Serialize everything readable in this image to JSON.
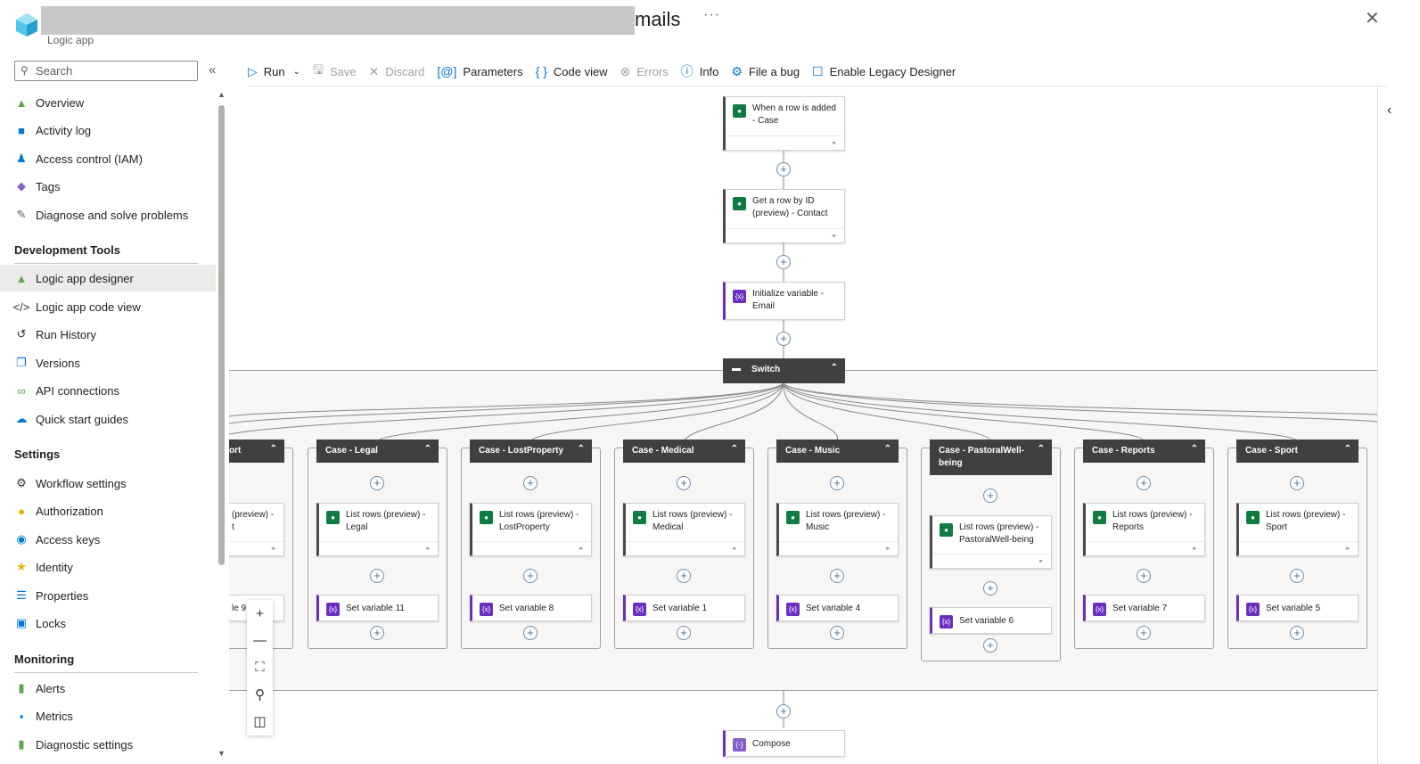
{
  "header": {
    "title": "mails",
    "subtitle": "Logic app",
    "more_label": "···",
    "close_label": "✕"
  },
  "search": {
    "placeholder": "Search"
  },
  "nav": {
    "top": [
      {
        "label": "Overview",
        "icon": "overview-icon"
      },
      {
        "label": "Activity log",
        "icon": "activity-log-icon"
      },
      {
        "label": "Access control (IAM)",
        "icon": "iam-icon"
      },
      {
        "label": "Tags",
        "icon": "tag-icon"
      },
      {
        "label": "Diagnose and solve problems",
        "icon": "wrench-icon"
      }
    ],
    "dev_tools_title": "Development Tools",
    "dev_tools": [
      {
        "label": "Logic app designer",
        "icon": "designer-icon",
        "active": true
      },
      {
        "label": "Logic app code view",
        "icon": "code-icon"
      },
      {
        "label": "Run History",
        "icon": "history-icon"
      },
      {
        "label": "Versions",
        "icon": "versions-icon"
      },
      {
        "label": "API connections",
        "icon": "link-icon"
      },
      {
        "label": "Quick start guides",
        "icon": "cloud-icon"
      }
    ],
    "settings_title": "Settings",
    "settings": [
      {
        "label": "Workflow settings",
        "icon": "gear-icon"
      },
      {
        "label": "Authorization",
        "icon": "key-icon"
      },
      {
        "label": "Access keys",
        "icon": "globe-icon"
      },
      {
        "label": "Identity",
        "icon": "identity-icon"
      },
      {
        "label": "Properties",
        "icon": "properties-icon"
      },
      {
        "label": "Locks",
        "icon": "lock-icon"
      }
    ],
    "monitoring_title": "Monitoring",
    "monitoring": [
      {
        "label": "Alerts",
        "icon": "alert-icon"
      },
      {
        "label": "Metrics",
        "icon": "metrics-icon"
      },
      {
        "label": "Diagnostic settings",
        "icon": "diagnostic-icon"
      }
    ]
  },
  "toolbar": {
    "run": "Run",
    "save": "Save",
    "discard": "Discard",
    "parameters": "Parameters",
    "code_view": "Code view",
    "errors": "Errors",
    "info": "Info",
    "file_bug": "File a bug",
    "legacy": "Enable Legacy Designer"
  },
  "flow": {
    "trigger": "When a row is added - Case",
    "get_row": "Get a row by ID (preview) - Contact",
    "init_var": "Initialize variable - Email",
    "switch": "Switch",
    "compose": "Compose",
    "partial_case_header": "ort",
    "partial_list_text": "(preview) - t",
    "partial_set_text": "le 9",
    "cases": [
      {
        "header": "Case - Legal",
        "list": "List rows (preview) - Legal",
        "set": "Set variable 11"
      },
      {
        "header": "Case - LostProperty",
        "list": "List rows (preview) - LostProperty",
        "set": "Set variable 8"
      },
      {
        "header": "Case - Medical",
        "list": "List rows (preview) - Medical",
        "set": "Set variable 1"
      },
      {
        "header": "Case - Music",
        "list": "List rows (preview) - Music",
        "set": "Set variable 4"
      },
      {
        "header": "Case - PastoralWell-being",
        "list": "List rows (preview) - PastoralWell-being",
        "set": "Set variable 6"
      },
      {
        "header": "Case - Reports",
        "list": "List rows (preview) - Reports",
        "set": "Set variable 7"
      },
      {
        "header": "Case - Sport",
        "list": "List rows (preview) - Sport",
        "set": "Set variable 5"
      }
    ]
  },
  "colors": {
    "accent": "#0078d4",
    "dataverse": "#107c41",
    "variable": "#6b2fbf",
    "switch_header": "#404040"
  }
}
